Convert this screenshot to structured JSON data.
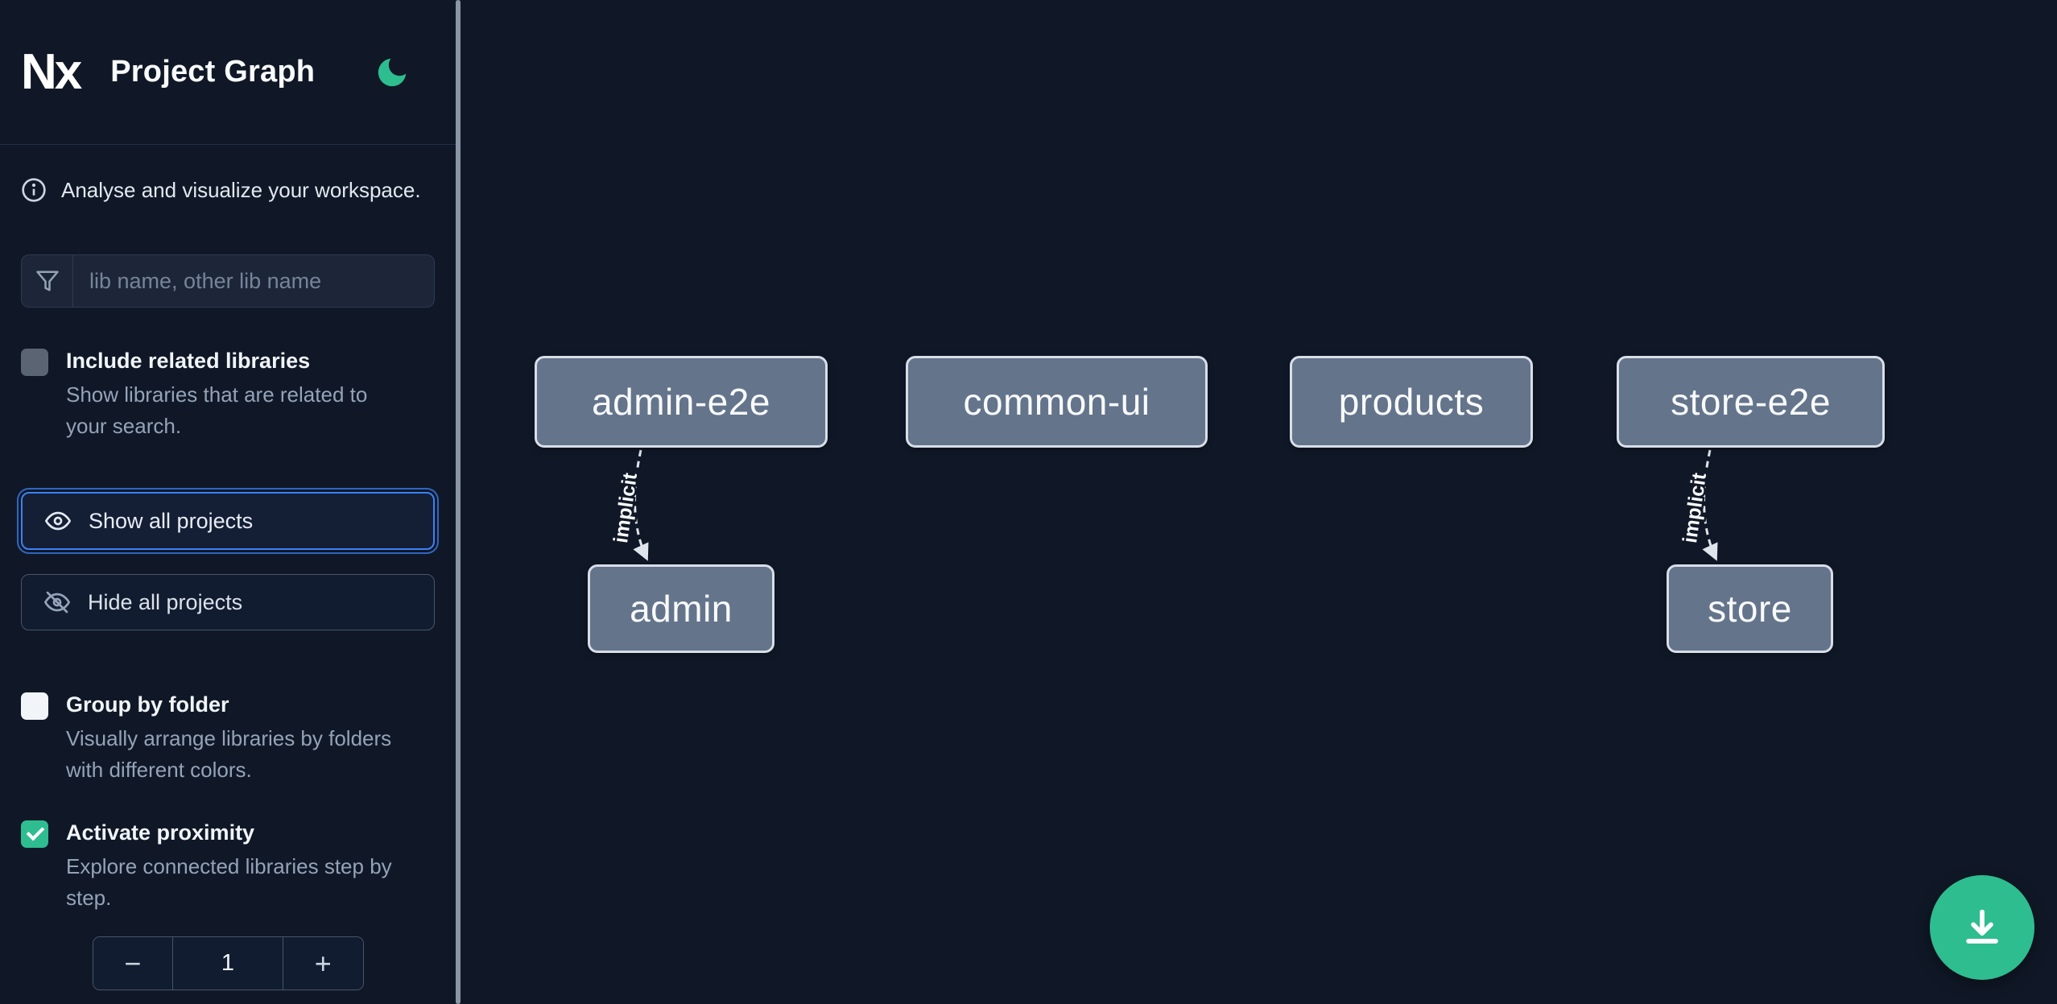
{
  "header": {
    "logo_text": "Nx",
    "title": "Project Graph"
  },
  "sidebar": {
    "tagline": "Analyse and visualize your workspace.",
    "filter_placeholder": "lib name, other lib name",
    "include_related_label": "Include related libraries",
    "include_related_desc": "Show libraries that are related to your search.",
    "include_related_checked": false,
    "show_all_label": "Show all projects",
    "hide_all_label": "Hide all projects",
    "group_by_folder_label": "Group by folder",
    "group_by_folder_desc": "Visually arrange libraries by folders with different colors.",
    "group_by_folder_checked": false,
    "proximity_label": "Activate proximity",
    "proximity_desc": "Explore connected libraries step by step.",
    "proximity_checked": true,
    "proximity_value": "1",
    "decrement_label": "−",
    "increment_label": "+"
  },
  "graph": {
    "nodes": [
      {
        "label": "admin-e2e"
      },
      {
        "label": "common-ui"
      },
      {
        "label": "products"
      },
      {
        "label": "store-e2e"
      },
      {
        "label": "admin"
      },
      {
        "label": "store"
      }
    ],
    "edges": [
      {
        "from": "admin-e2e",
        "to": "admin",
        "label": "implicit"
      },
      {
        "from": "store-e2e",
        "to": "store",
        "label": "implicit"
      }
    ]
  },
  "colors": {
    "accent_green": "#2ebd8f",
    "focus_blue": "#3b82f6",
    "node_fill": "#64748b",
    "background": "#101827"
  }
}
